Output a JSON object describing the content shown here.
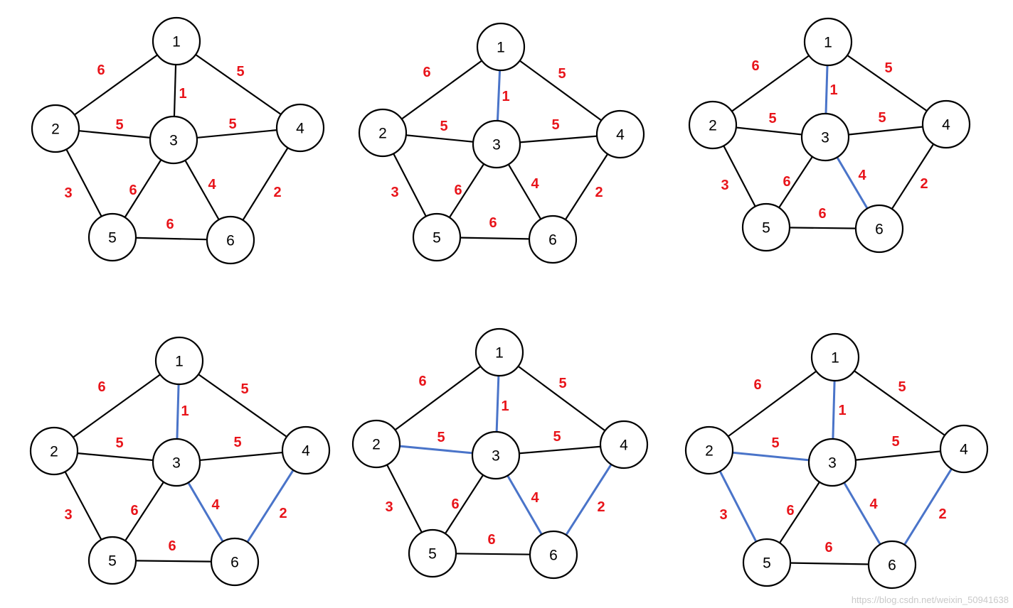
{
  "colors": {
    "edge_default": "#000000",
    "edge_chosen": "#4a74c9",
    "weight": "#e8141a",
    "node_stroke": "#000000",
    "node_fill": "#ffffff"
  },
  "graph": {
    "nodes": [
      "1",
      "2",
      "3",
      "4",
      "5",
      "6"
    ],
    "edges": [
      {
        "id": "1-2",
        "from": "1",
        "to": "2",
        "weight": "6"
      },
      {
        "id": "1-3",
        "from": "1",
        "to": "3",
        "weight": "1"
      },
      {
        "id": "1-4",
        "from": "1",
        "to": "4",
        "weight": "5"
      },
      {
        "id": "2-3",
        "from": "2",
        "to": "3",
        "weight": "5"
      },
      {
        "id": "3-4",
        "from": "3",
        "to": "4",
        "weight": "5"
      },
      {
        "id": "2-5",
        "from": "2",
        "to": "5",
        "weight": "3"
      },
      {
        "id": "3-5",
        "from": "3",
        "to": "5",
        "weight": "6"
      },
      {
        "id": "3-6",
        "from": "3",
        "to": "6",
        "weight": "4"
      },
      {
        "id": "4-6",
        "from": "4",
        "to": "6",
        "weight": "2"
      },
      {
        "id": "5-6",
        "from": "5",
        "to": "6",
        "weight": "6"
      }
    ]
  },
  "steps": [
    {
      "highlighted": []
    },
    {
      "highlighted": [
        "1-3"
      ]
    },
    {
      "highlighted": [
        "1-3",
        "3-6"
      ]
    },
    {
      "highlighted": [
        "1-3",
        "3-6",
        "4-6"
      ]
    },
    {
      "highlighted": [
        "1-3",
        "3-6",
        "4-6",
        "2-3"
      ]
    },
    {
      "highlighted": [
        "1-3",
        "3-6",
        "4-6",
        "2-3",
        "2-5"
      ]
    }
  ],
  "watermark": "https://blog.csdn.net/weixin_50941638"
}
